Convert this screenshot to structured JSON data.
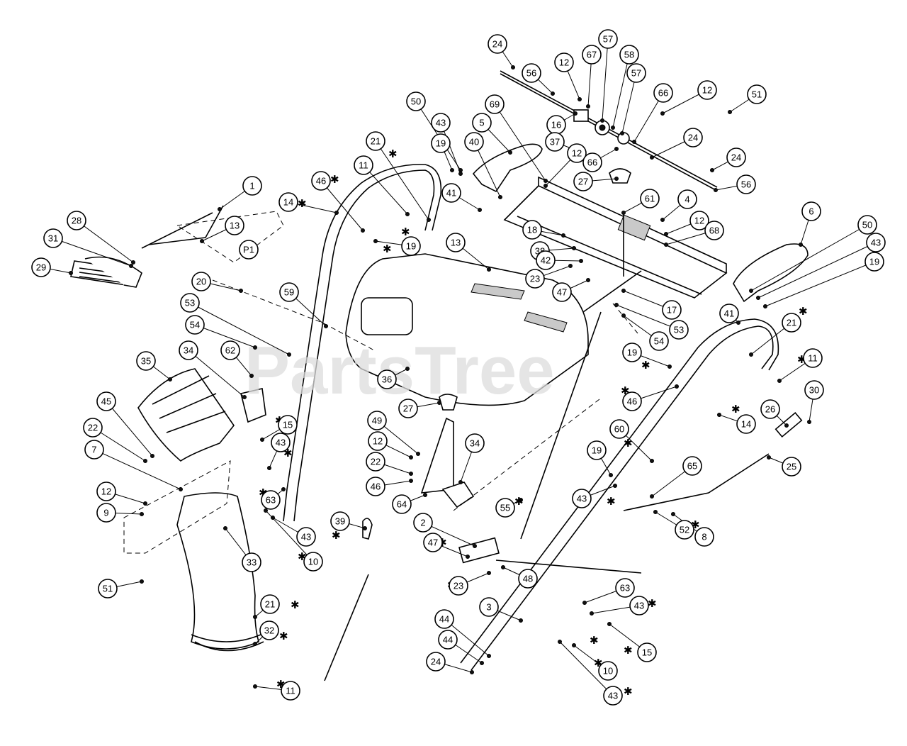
{
  "watermark": "PartsTree",
  "labels": [
    {
      "id": "c24a",
      "text": "24"
    },
    {
      "id": "c56a",
      "text": "56"
    },
    {
      "id": "c12a",
      "text": "12"
    },
    {
      "id": "c67",
      "text": "67"
    },
    {
      "id": "c57a",
      "text": "57"
    },
    {
      "id": "c58",
      "text": "58"
    },
    {
      "id": "c57b",
      "text": "57"
    },
    {
      "id": "c66a",
      "text": "66"
    },
    {
      "id": "c12b",
      "text": "12"
    },
    {
      "id": "c51a",
      "text": "51"
    },
    {
      "id": "c16",
      "text": "16"
    },
    {
      "id": "c24b",
      "text": "24"
    },
    {
      "id": "c37",
      "text": "37"
    },
    {
      "id": "c12c",
      "text": "12"
    },
    {
      "id": "c66b",
      "text": "66"
    },
    {
      "id": "c24c",
      "text": "24"
    },
    {
      "id": "c56b",
      "text": "56"
    },
    {
      "id": "c27a",
      "text": "27"
    },
    {
      "id": "c50a",
      "text": "50"
    },
    {
      "id": "c43a",
      "text": "43"
    },
    {
      "id": "c19a",
      "text": "19"
    },
    {
      "id": "c69",
      "text": "69"
    },
    {
      "id": "c5",
      "text": "5"
    },
    {
      "id": "c40",
      "text": "40"
    },
    {
      "id": "c41a",
      "text": "41"
    },
    {
      "id": "c21a",
      "text": "21"
    },
    {
      "id": "c11a",
      "text": "11"
    },
    {
      "id": "c46a",
      "text": "46"
    },
    {
      "id": "c61",
      "text": "61"
    },
    {
      "id": "c4",
      "text": "4"
    },
    {
      "id": "c1",
      "text": "1"
    },
    {
      "id": "c14a",
      "text": "14"
    },
    {
      "id": "c13a",
      "text": "13"
    },
    {
      "id": "c28",
      "text": "28"
    },
    {
      "id": "c31",
      "text": "31"
    },
    {
      "id": "c29",
      "text": "29"
    },
    {
      "id": "cP1",
      "text": "P1"
    },
    {
      "id": "c19b",
      "text": "19"
    },
    {
      "id": "c13b",
      "text": "13"
    },
    {
      "id": "c18",
      "text": "18"
    },
    {
      "id": "c12d",
      "text": "12"
    },
    {
      "id": "c68",
      "text": "68"
    },
    {
      "id": "c38",
      "text": "38"
    },
    {
      "id": "c42",
      "text": "42"
    },
    {
      "id": "c23a",
      "text": "23"
    },
    {
      "id": "c47a",
      "text": "47"
    },
    {
      "id": "c6",
      "text": "6"
    },
    {
      "id": "c50b",
      "text": "50"
    },
    {
      "id": "c43b",
      "text": "43"
    },
    {
      "id": "c19c",
      "text": "19"
    },
    {
      "id": "c17",
      "text": "17"
    },
    {
      "id": "c53a",
      "text": "53"
    },
    {
      "id": "c54a",
      "text": "54"
    },
    {
      "id": "c41b",
      "text": "41"
    },
    {
      "id": "c21b",
      "text": "21"
    },
    {
      "id": "c20",
      "text": "20"
    },
    {
      "id": "c59",
      "text": "59"
    },
    {
      "id": "c53b",
      "text": "53"
    },
    {
      "id": "c54b",
      "text": "54"
    },
    {
      "id": "c34a",
      "text": "34"
    },
    {
      "id": "c62",
      "text": "62"
    },
    {
      "id": "c35",
      "text": "35"
    },
    {
      "id": "c36",
      "text": "36"
    },
    {
      "id": "c19d",
      "text": "19"
    },
    {
      "id": "c11b",
      "text": "11"
    },
    {
      "id": "c46b",
      "text": "46"
    },
    {
      "id": "c14b",
      "text": "14"
    },
    {
      "id": "c30",
      "text": "30"
    },
    {
      "id": "c26",
      "text": "26"
    },
    {
      "id": "c45",
      "text": "45"
    },
    {
      "id": "c27b",
      "text": "27"
    },
    {
      "id": "c22a",
      "text": "22"
    },
    {
      "id": "c15a",
      "text": "15"
    },
    {
      "id": "c43c",
      "text": "43"
    },
    {
      "id": "c7",
      "text": "7"
    },
    {
      "id": "c49",
      "text": "49"
    },
    {
      "id": "c12e",
      "text": "12"
    },
    {
      "id": "c34b",
      "text": "34"
    },
    {
      "id": "c22b",
      "text": "22"
    },
    {
      "id": "c60",
      "text": "60"
    },
    {
      "id": "c19e",
      "text": "19"
    },
    {
      "id": "c65",
      "text": "65"
    },
    {
      "id": "c25",
      "text": "25"
    },
    {
      "id": "c46c",
      "text": "46"
    },
    {
      "id": "c64",
      "text": "64"
    },
    {
      "id": "c12f",
      "text": "12"
    },
    {
      "id": "c9",
      "text": "9"
    },
    {
      "id": "c63a",
      "text": "63"
    },
    {
      "id": "c43d",
      "text": "43"
    },
    {
      "id": "c55",
      "text": "55"
    },
    {
      "id": "c52",
      "text": "52"
    },
    {
      "id": "c8",
      "text": "8"
    },
    {
      "id": "c43e",
      "text": "43"
    },
    {
      "id": "c10a",
      "text": "10"
    },
    {
      "id": "c39",
      "text": "39"
    },
    {
      "id": "c2",
      "text": "2"
    },
    {
      "id": "c47b",
      "text": "47"
    },
    {
      "id": "c33",
      "text": "33"
    },
    {
      "id": "c23b",
      "text": "23"
    },
    {
      "id": "c48",
      "text": "48"
    },
    {
      "id": "c63b",
      "text": "63"
    },
    {
      "id": "c51b",
      "text": "51"
    },
    {
      "id": "c21c",
      "text": "21"
    },
    {
      "id": "c3",
      "text": "3"
    },
    {
      "id": "c43f",
      "text": "43"
    },
    {
      "id": "c32",
      "text": "32"
    },
    {
      "id": "c44a",
      "text": "44"
    },
    {
      "id": "c44b",
      "text": "44"
    },
    {
      "id": "c15b",
      "text": "15"
    },
    {
      "id": "c24d",
      "text": "24"
    },
    {
      "id": "c10b",
      "text": "10"
    },
    {
      "id": "c11c",
      "text": "11"
    },
    {
      "id": "c43g",
      "text": "43"
    }
  ]
}
